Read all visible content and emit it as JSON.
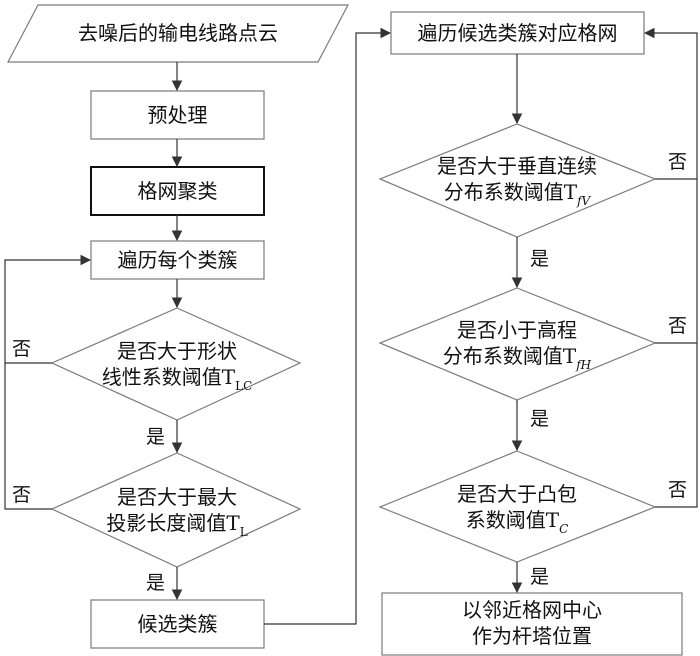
{
  "left_column": {
    "input": "去噪后的输电线路点云",
    "preprocess": "预处理",
    "grid_clustering": "格网聚类",
    "traverse_clusters": "遍历每个类簇",
    "cond_shape": {
      "line1": "是否大于形状",
      "line2_prefix": "线性系数阈值T",
      "line2_sub": "LC"
    },
    "cond_projection": {
      "line1": "是否大于最大",
      "line2_prefix": "投影长度阈值T",
      "line2_sub": "L"
    },
    "candidate_clusters": "候选类簇"
  },
  "right_column": {
    "traverse_grids": "遍历候选类簇对应格网",
    "cond_vertical": {
      "line1": "是否大于垂直连续",
      "line2_prefix": "分布系数阈值T",
      "line2_sub": "fV"
    },
    "cond_elevation": {
      "line1": "是否小于高程",
      "line2_prefix": "分布系数阈值T",
      "line2_sub": "fH"
    },
    "cond_convex": {
      "line1": "是否大于凸包",
      "line2_prefix": "系数阈值T",
      "line2_sub": "C"
    },
    "result": {
      "line1": "以邻近格网中心",
      "line2": "作为杆塔位置"
    }
  },
  "edge_labels": {
    "yes": "是",
    "no": "否"
  }
}
